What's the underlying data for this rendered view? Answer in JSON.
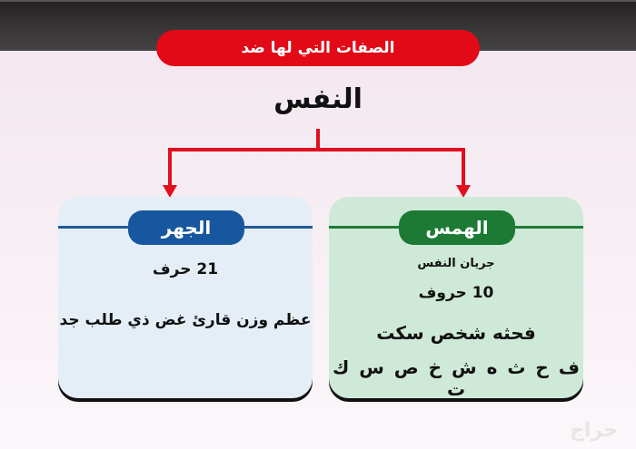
{
  "header": {
    "title": "الصفات التي لها ضد",
    "main_word": "النفس"
  },
  "colors": {
    "title_red": "#e20a17",
    "connector_red": "#e0101e",
    "jahr_blue": "#1757a0",
    "hams_green": "#1c7a34",
    "jahr_card_bg": "#e5eef6",
    "hams_card_bg": "#cfe9d8"
  },
  "cards": {
    "jahr": {
      "title": "الجهر",
      "count": "21 حرف",
      "mnemonic": "عظم وزن قارئ غض ذي طلب جد"
    },
    "hams": {
      "title": "الهمس",
      "subtitle": "جريان النفس",
      "count": "10 حروف",
      "mnemonic": "فحثه شخص سكت",
      "letters": "ف ح ث ه ش خ ص س ك ت"
    }
  },
  "watermark": "حراج"
}
